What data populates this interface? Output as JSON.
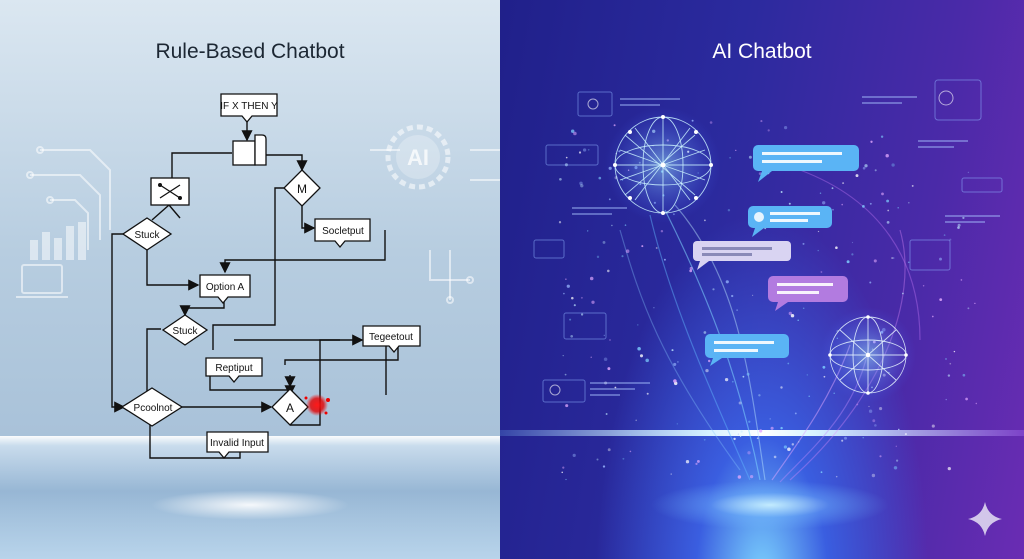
{
  "left": {
    "title": "Rule-Based Chatbot",
    "badge": "AI",
    "nodes": {
      "rule": "IF X THEN Y",
      "m": "M",
      "stuck_1": "Stuck",
      "socleput": "Socletput",
      "option_a": "Option A",
      "stuck_2": "Stuck",
      "tegeetout": "Tegeetout",
      "reptiput": "Reptiput",
      "pcoolnot": "Pcoolnot",
      "a": "A",
      "invalid": "Invalid Input"
    }
  },
  "right": {
    "title": "AI Chatbot",
    "colors": {
      "blue_bubble": "#5ab4f5",
      "lavender_bubble": "#d9d4f2",
      "purple_bubble": "#b27be0"
    }
  }
}
